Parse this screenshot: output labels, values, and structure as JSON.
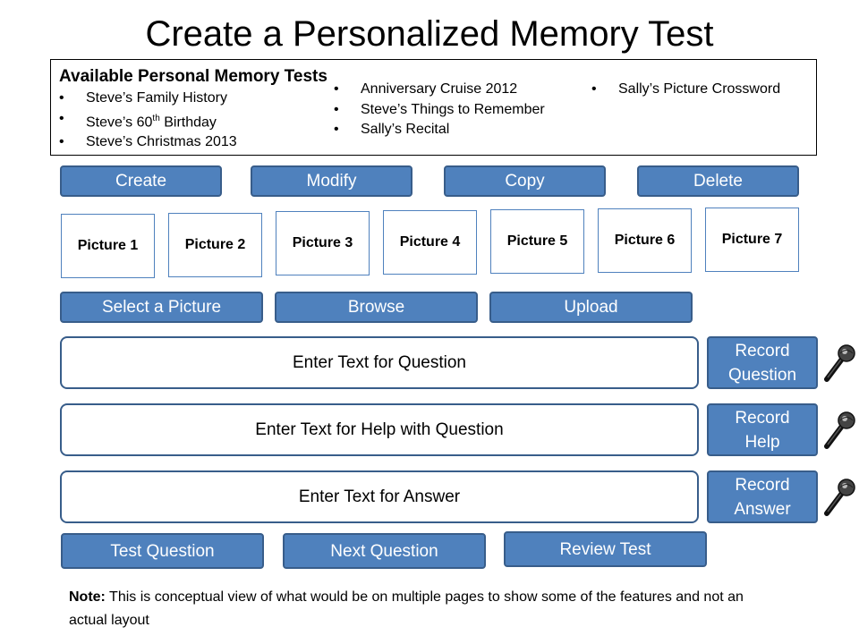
{
  "page": {
    "title": "Create a Personalized Memory Test"
  },
  "tests": {
    "heading": "Available Personal Memory Tests",
    "col1": [
      {
        "text": "Steve’s Family History"
      },
      {
        "text": "Steve’s 60",
        "sup": "th",
        "after": " Birthday"
      },
      {
        "text": "Steve’s Christmas 2013"
      }
    ],
    "col2": [
      "Anniversary Cruise 2012",
      "Steve’s Things to Remember",
      "Sally’s Recital"
    ],
    "col3": [
      "Sally’s Picture Crossword"
    ]
  },
  "actions": {
    "create": "Create",
    "modify": "Modify",
    "copy": "Copy",
    "delete": "Delete"
  },
  "pictures": [
    "Picture 1",
    "Picture 2",
    "Picture 3",
    "Picture 4",
    "Picture 5",
    "Picture 6",
    "Picture 7"
  ],
  "picture_actions": {
    "select": "Select a Picture",
    "browse": "Browse",
    "upload": "Upload"
  },
  "fields": {
    "question": "Enter Text for Question",
    "help": "Enter Text for Help with Question",
    "answer": "Enter Text for Answer"
  },
  "record": {
    "question": [
      "Record",
      "Question"
    ],
    "help": [
      "Record",
      "Help"
    ],
    "answer": [
      "Record",
      "Answer"
    ]
  },
  "bottom_actions": {
    "test": "Test Question",
    "next": "Next Question",
    "review": "Review Test"
  },
  "note": {
    "label": "Note:",
    "text": " This is conceptual view of what would be on multiple pages to show some of the features and not an actual layout"
  },
  "icons": {
    "mic": "microphone-icon"
  },
  "colors": {
    "button": "#4f81bd",
    "button_border": "#385d8a"
  }
}
